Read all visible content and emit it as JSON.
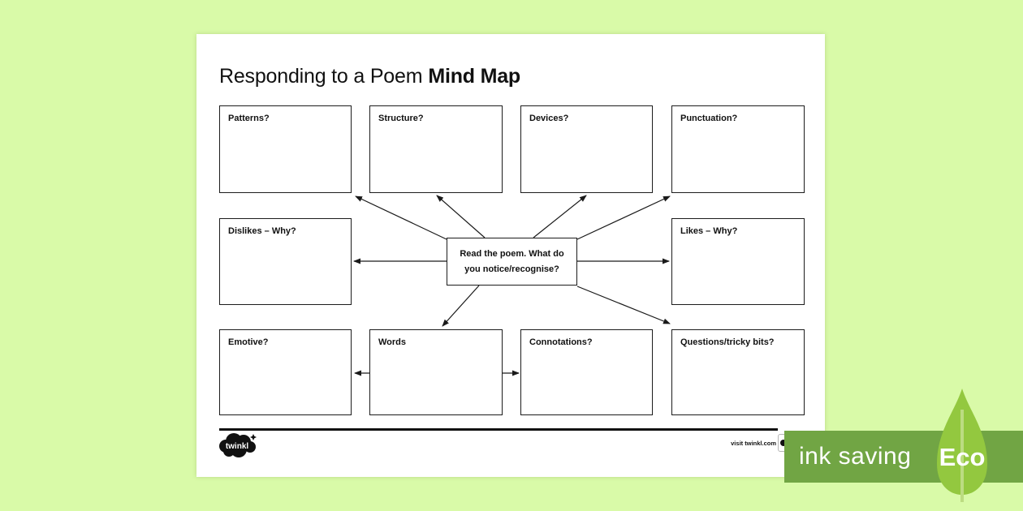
{
  "title": {
    "regular": "Responding to a Poem",
    "bold": "Mind Map"
  },
  "center": {
    "label": "Read the poem. What do you notice/recognise?"
  },
  "boxes": [
    {
      "id": "patterns",
      "label": "Patterns?"
    },
    {
      "id": "structure",
      "label": "Structure?"
    },
    {
      "id": "devices",
      "label": "Devices?"
    },
    {
      "id": "punctuation",
      "label": "Punctuation?"
    },
    {
      "id": "dislikes",
      "label": "Dislikes – Why?"
    },
    {
      "id": "likes",
      "label": "Likes – Why?"
    },
    {
      "id": "emotive",
      "label": "Emotive?"
    },
    {
      "id": "words",
      "label": "Words"
    },
    {
      "id": "connotations",
      "label": "Connotations?"
    },
    {
      "id": "questions",
      "label": "Questions/tricky bits?"
    }
  ],
  "footer": {
    "brand": "twinkl",
    "visit": "visit twinkl.com"
  },
  "eco": {
    "banner_label": "ink saving",
    "badge_label": "Eco"
  },
  "colors": {
    "background": "#d9faa8",
    "page": "#ffffff",
    "ink": "#1a1a1a",
    "banner_green": "#71a544",
    "leaf_green": "#93c83f",
    "stem_green": "#bcdc81"
  }
}
